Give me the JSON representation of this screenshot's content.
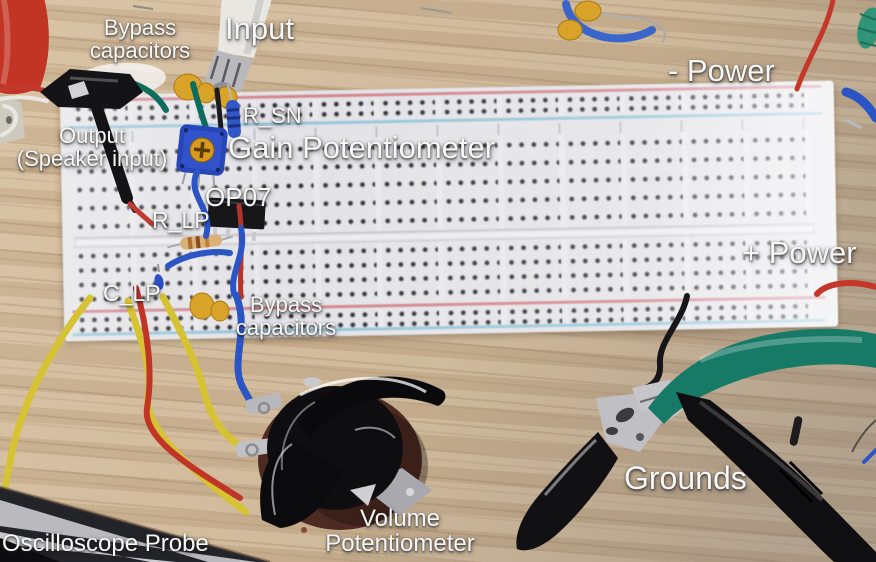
{
  "annotations": {
    "bypass_capacitors_top": {
      "line1": "Bypass",
      "line2": "capacitors"
    },
    "input": {
      "label": "Input"
    },
    "negative_power": {
      "label": "- Power"
    },
    "r_sn": {
      "label": "R_SN"
    },
    "gain_potentiometer": {
      "label": "Gain Potentiometer"
    },
    "output": {
      "line1": "Output",
      "line2": "(Speaker input)"
    },
    "op07": {
      "label": "OP07"
    },
    "r_lp": {
      "label": "R_LP"
    },
    "positive_power": {
      "label": "+ Power"
    },
    "c_lp": {
      "label": "C_LP"
    },
    "bypass_capacitors_bottom": {
      "line1": "Bypass",
      "line2": "capacitors"
    },
    "volume_potentiometer": {
      "line1": "Volume",
      "line2": "Potentiometer"
    },
    "grounds": {
      "label": "Grounds"
    },
    "oscilloscope_probe": {
      "label": "Oscilloscope Probe"
    }
  },
  "colors": {
    "desk_wood": "#cdb697",
    "breadboard_body": "#e4e4e8",
    "rail_red": "#cf7680",
    "rail_blue": "#8fc3d8",
    "wire_yellow": "#d5c334",
    "wire_red": "#c13527",
    "wire_blue": "#2b55c4",
    "wire_teal": "#0d6c5c",
    "wire_black": "#161618",
    "capacitor_yellow": "#d9a32a",
    "trimpot_blue": "#2746b8",
    "trimpot_dial_orange": "#d89a1e",
    "ic_black": "#17171a",
    "resistor_tan": "#d8b078",
    "alligator_green": "#177a66",
    "knob_black": "#0e0e10",
    "pot_base_brown": "#4e2b22",
    "label_text": "#f7f7f7"
  }
}
